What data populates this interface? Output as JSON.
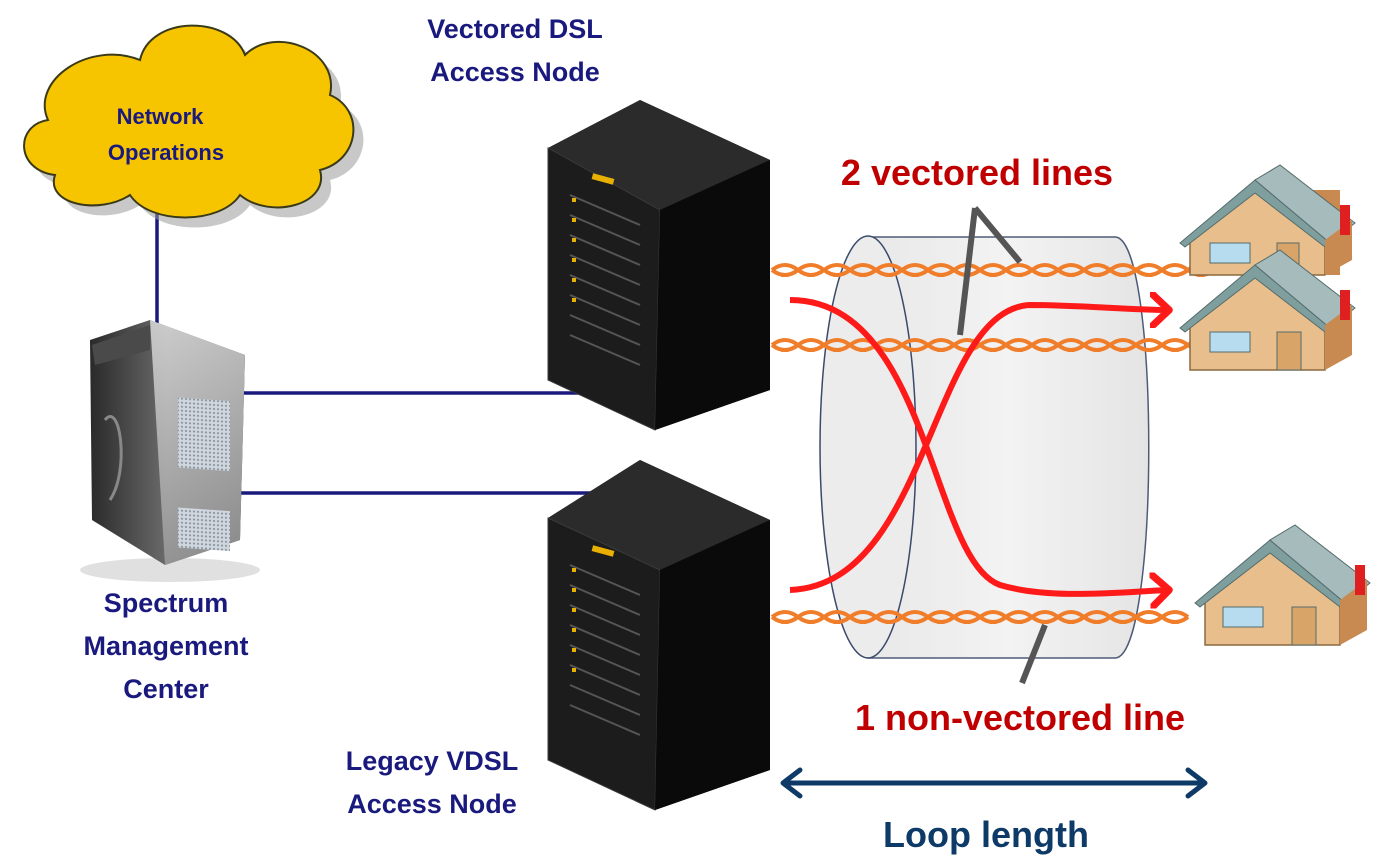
{
  "labels": {
    "network_ops_line1": "Network",
    "network_ops_line2": "Operations",
    "vectored_node_line1": "Vectored DSL",
    "vectored_node_line2": "Access Node",
    "legacy_node_line1": "Legacy VDSL",
    "legacy_node_line2": "Access Node",
    "smc_line1": "Spectrum",
    "smc_line2": "Management",
    "smc_line3": "Center",
    "vectored_lines": "2 vectored lines",
    "non_vectored_line": "1 non-vectored line",
    "loop_length": "Loop length"
  },
  "colors": {
    "connection_navy": "#1a1a7e",
    "crosstalk_red": "#ff1a1a",
    "twisted_pair_orange": "#f07d2a",
    "cloud_fill": "#f7c500",
    "label_red": "#c00000",
    "loop_arrow": "#0e3a68",
    "house_wall": "#e8bf8c",
    "house_roof": "#7f9f9f",
    "chimney": "#e02020"
  },
  "icons": [
    "cloud-icon",
    "server-tower-icon",
    "rack-server-icon",
    "house-icon"
  ]
}
